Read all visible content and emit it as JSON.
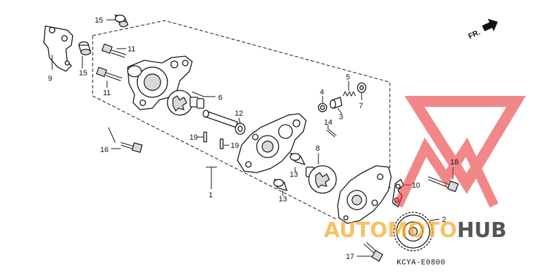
{
  "diagram": {
    "drawing_code": "KCYA-E0800",
    "direction_marker": "FR.",
    "callouts": [
      {
        "id": "c1",
        "label": "1"
      },
      {
        "id": "c2",
        "label": "2"
      },
      {
        "id": "c3",
        "label": "3"
      },
      {
        "id": "c4",
        "label": "4"
      },
      {
        "id": "c5",
        "label": "5"
      },
      {
        "id": "c6",
        "label": "6"
      },
      {
        "id": "c7",
        "label": "7"
      },
      {
        "id": "c8",
        "label": "8"
      },
      {
        "id": "c9",
        "label": "9"
      },
      {
        "id": "c10",
        "label": "10"
      },
      {
        "id": "c11a",
        "label": "11"
      },
      {
        "id": "c11b",
        "label": "11"
      },
      {
        "id": "c12",
        "label": "12"
      },
      {
        "id": "c13a",
        "label": "13"
      },
      {
        "id": "c13b",
        "label": "13"
      },
      {
        "id": "c14",
        "label": "14"
      },
      {
        "id": "c15a",
        "label": "15"
      },
      {
        "id": "c15b",
        "label": "15"
      },
      {
        "id": "c16",
        "label": "16"
      },
      {
        "id": "c17",
        "label": "17"
      },
      {
        "id": "c18",
        "label": "18"
      },
      {
        "id": "c19a",
        "label": "19"
      },
      {
        "id": "c19b",
        "label": "19"
      }
    ]
  },
  "watermark": {
    "text_part1": "AUTO",
    "text_part2": "MOTO",
    "text_part3": "HUB",
    "color_red": "#e8262b",
    "color_orange": "#f5a623",
    "color_gray": "#555555"
  }
}
